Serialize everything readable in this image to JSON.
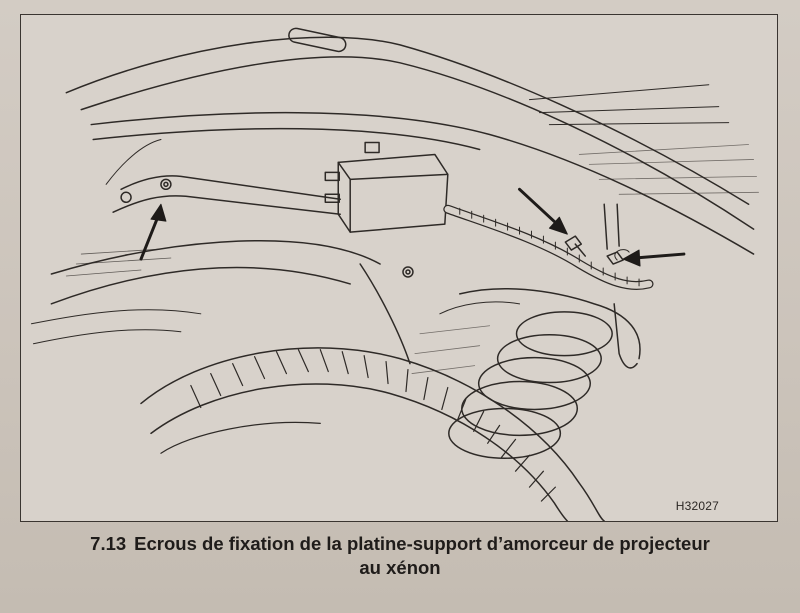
{
  "figure": {
    "code": "H32027"
  },
  "caption": {
    "number": "7.13",
    "line1": "Ecrous de fixation de la platine-support d’amorceur de projecteur",
    "line2": "au xénon"
  }
}
